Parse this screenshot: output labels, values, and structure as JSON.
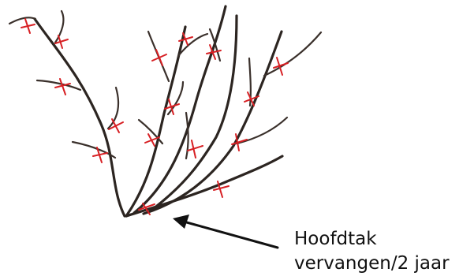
{
  "diagram": {
    "callout": {
      "line1": "Hoofdtak",
      "line2": "vervangen/2 jaar"
    },
    "colors": {
      "branch": "#2c2521",
      "cut_mark": "#d71f23",
      "text": "#111111",
      "background": "#ffffff"
    },
    "elements": {
      "shrub": "pruned shrub sketch",
      "cut_marks": "red cut marks",
      "arrow": "black arrow"
    }
  }
}
